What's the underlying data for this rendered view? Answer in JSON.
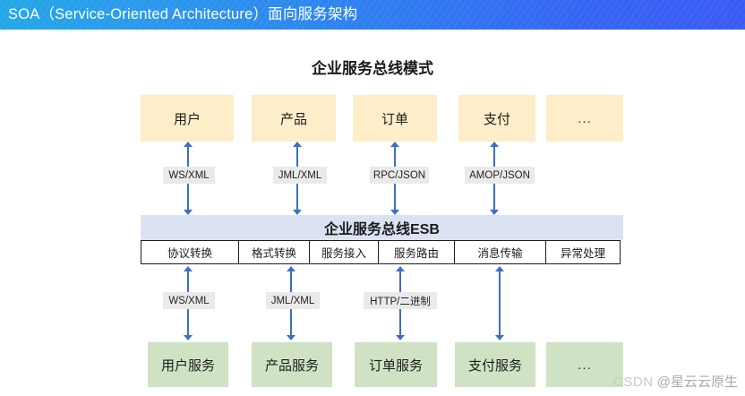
{
  "header": {
    "title": "SOA（Service-Oriented Architecture）面向服务架构",
    "gradient_from": "#23a7e8",
    "gradient_to": "#3a5bf5",
    "text_color": "#ffffff"
  },
  "diagram": {
    "subtitle": "企业服务总线模式",
    "consumers": [
      {
        "label": "用户"
      },
      {
        "label": "产品"
      },
      {
        "label": "订单"
      },
      {
        "label": "支付"
      },
      {
        "label": "..."
      }
    ],
    "consumer_box_color": "#fdeec9",
    "top_protocols": [
      {
        "label": "WS/XML"
      },
      {
        "label": "JML/XML"
      },
      {
        "label": "RPC/JSON"
      },
      {
        "label": "AMOP/JSON"
      }
    ],
    "esb": {
      "title": "企业服务总线ESB",
      "bar_color": "#dbe3f3",
      "capabilities": [
        {
          "label": "协议转换"
        },
        {
          "label": "格式转换"
        },
        {
          "label": "服务接入"
        },
        {
          "label": "服务路由"
        },
        {
          "label": "消息传输"
        },
        {
          "label": "异常处理"
        }
      ]
    },
    "bottom_protocols": [
      {
        "label": "WS/XML"
      },
      {
        "label": "JML/XML"
      },
      {
        "label": "HTTP/二进制"
      },
      {
        "label": ""
      }
    ],
    "providers": [
      {
        "label": "用户服务"
      },
      {
        "label": "产品服务"
      },
      {
        "label": "订单服务"
      },
      {
        "label": "支付服务"
      },
      {
        "label": "..."
      }
    ],
    "provider_box_color": "#cfe2c3",
    "arrow_color": "#3d6fc4"
  },
  "watermark": {
    "brand": "CSDN",
    "author": "@星云云原生"
  }
}
